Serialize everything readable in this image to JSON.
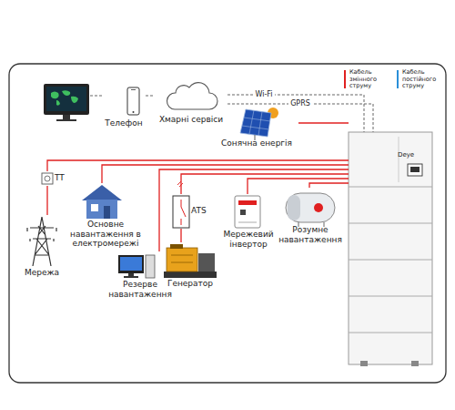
{
  "diagram": {
    "nodes": [
      {
        "text": [
          "Телефон"
        ]
      },
      {
        "text": [
          "Хмарні сервіси"
        ]
      },
      {
        "text": [
          "Сонячна енергія"
        ]
      },
      {
        "text": [
          "TT"
        ]
      },
      {
        "text": [
          "Основне навантаження в електромережі"
        ]
      },
      {
        "text": [
          "Мережа"
        ]
      },
      {
        "text": [
          "Резерве навантаження"
        ]
      },
      {
        "text": [
          "ATS"
        ]
      },
      {
        "text": [
          "Генератор"
        ]
      },
      {
        "text": [
          "Мережевий інвертор"
        ]
      },
      {
        "text": [
          "Розумне навантаження"
        ]
      },
      {
        "text": [
          "Deye"
        ]
      }
    ],
    "edges": [
      {
        "from": 0,
        "to": 1,
        "arrow": "none"
      },
      {
        "from": 1,
        "to": 11,
        "label": "Wi-Fi",
        "arrow": "none"
      },
      {
        "from": 1,
        "to": 11,
        "label": "GPRS",
        "arrow": "none"
      },
      {
        "from": 2,
        "to": 11,
        "arrow": "none"
      },
      {
        "from": 11,
        "to": 3,
        "arrow": "none"
      },
      {
        "from": 3,
        "to": 5,
        "arrow": "none"
      },
      {
        "from": 11,
        "to": 4,
        "arrow": "none"
      },
      {
        "from": 11,
        "to": 6,
        "arrow": "none"
      },
      {
        "from": 11,
        "to": 7,
        "arrow": "none"
      },
      {
        "from": 7,
        "to": 8,
        "arrow": "none"
      },
      {
        "from": 11,
        "to": 9,
        "arrow": "none"
      },
      {
        "from": 11,
        "to": 10,
        "arrow": "none"
      }
    ],
    "legend": [
      {
        "text": "Кабель змінного струму",
        "color": "#e02020"
      },
      {
        "text": "Кабель постійного струму",
        "color": "#2a8fd8"
      }
    ]
  }
}
